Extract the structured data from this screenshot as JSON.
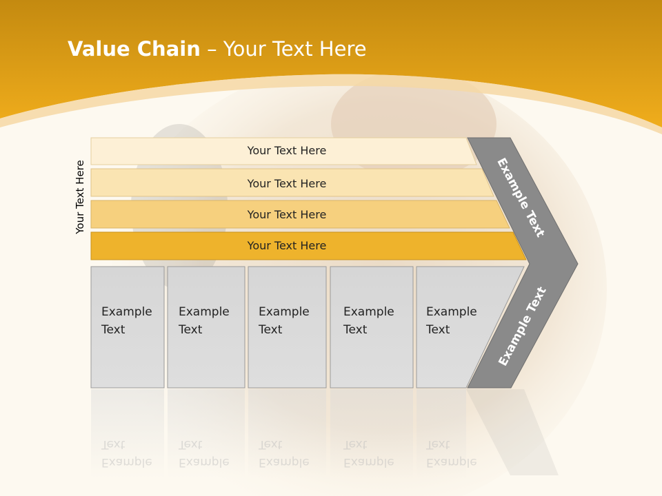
{
  "title": {
    "bold": "Value Chain",
    "rest": " – Your Text Here"
  },
  "side_label": "Your Text Here",
  "bars": [
    "Your Text Here",
    "Your Text Here",
    "Your Text Here",
    "Your Text Here"
  ],
  "boxes": [
    {
      "line1": "Example",
      "line2": "Text"
    },
    {
      "line1": "Example",
      "line2": "Text"
    },
    {
      "line1": "Example",
      "line2": "Text"
    },
    {
      "line1": "Example",
      "line2": "Text"
    },
    {
      "line1": "Example",
      "line2": "Text"
    }
  ],
  "chevron": {
    "upper": "Example Text",
    "lower": "Example Text"
  },
  "colors": {
    "header": "#e8a618",
    "bar1": "#fdf0d6",
    "bar2": "#fae4b2",
    "bar3": "#f6d07e",
    "bar4": "#eeb32c",
    "box": "#d9d9d9",
    "chevron": "#8a8a8a"
  }
}
